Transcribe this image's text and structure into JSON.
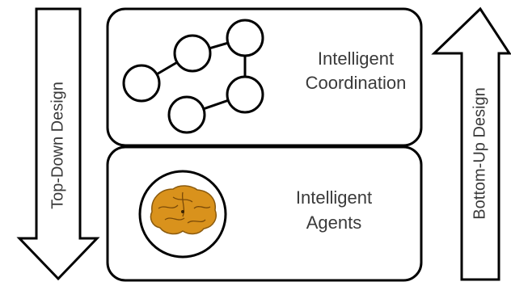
{
  "arrows": {
    "left_label": "Top-Down Design",
    "right_label": "Bottom-Up Design"
  },
  "boxes": {
    "top": {
      "line1": "Intelligent",
      "line2": "Coordination"
    },
    "bottom": {
      "line1": "Intelligent",
      "line2": "Agents"
    }
  },
  "icons": {
    "network": "network-graph-icon",
    "brain": "brain-icon"
  },
  "colors": {
    "stroke": "#000000",
    "text": "#3a3a3a",
    "brain": "#d9921c"
  }
}
